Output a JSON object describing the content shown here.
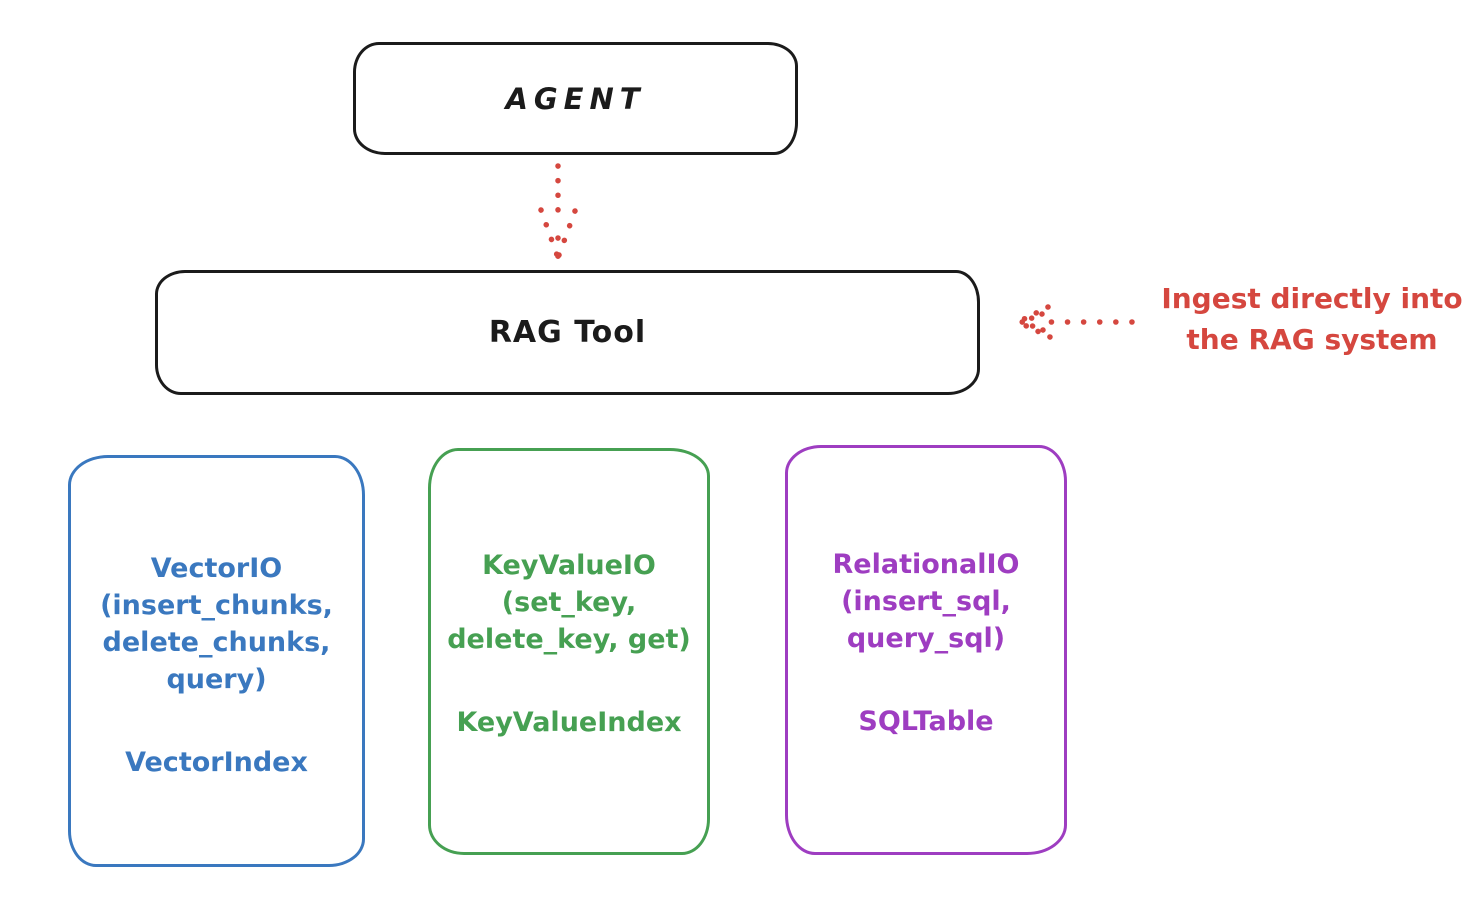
{
  "agent": {
    "label": "AGENT"
  },
  "rag_tool": {
    "label": "RAG Tool"
  },
  "annotation": {
    "line1": "Ingest directly into",
    "line2": "the RAG system"
  },
  "backends": [
    {
      "lines": [
        "VectorIO",
        "(insert_chunks,",
        "delete_chunks,",
        "query)"
      ],
      "index_label": "VectorIndex",
      "color": "#3a78bf"
    },
    {
      "lines": [
        "KeyValueIO",
        "(set_key,",
        "delete_key, get)"
      ],
      "index_label": "KeyValueIndex",
      "color": "#46a052"
    },
    {
      "lines": [
        "RelationalIO",
        "(insert_sql,",
        "query_sql)"
      ],
      "index_label": "SQLTable",
      "color": "#9e3dc1"
    }
  ],
  "arrows": [
    {
      "name": "agent-to-rag",
      "style": "dotted",
      "direction": "down",
      "color": "#d5473f"
    },
    {
      "name": "annotation-to-rag",
      "style": "dotted",
      "direction": "left",
      "color": "#d5473f"
    }
  ],
  "colors": {
    "background": "#ffffff",
    "node_stroke": "#1b1b1b",
    "annotation_red": "#d5473f",
    "vector_blue": "#3a78bf",
    "keyvalue_green": "#46a052",
    "relational_purple": "#9e3dc1"
  }
}
